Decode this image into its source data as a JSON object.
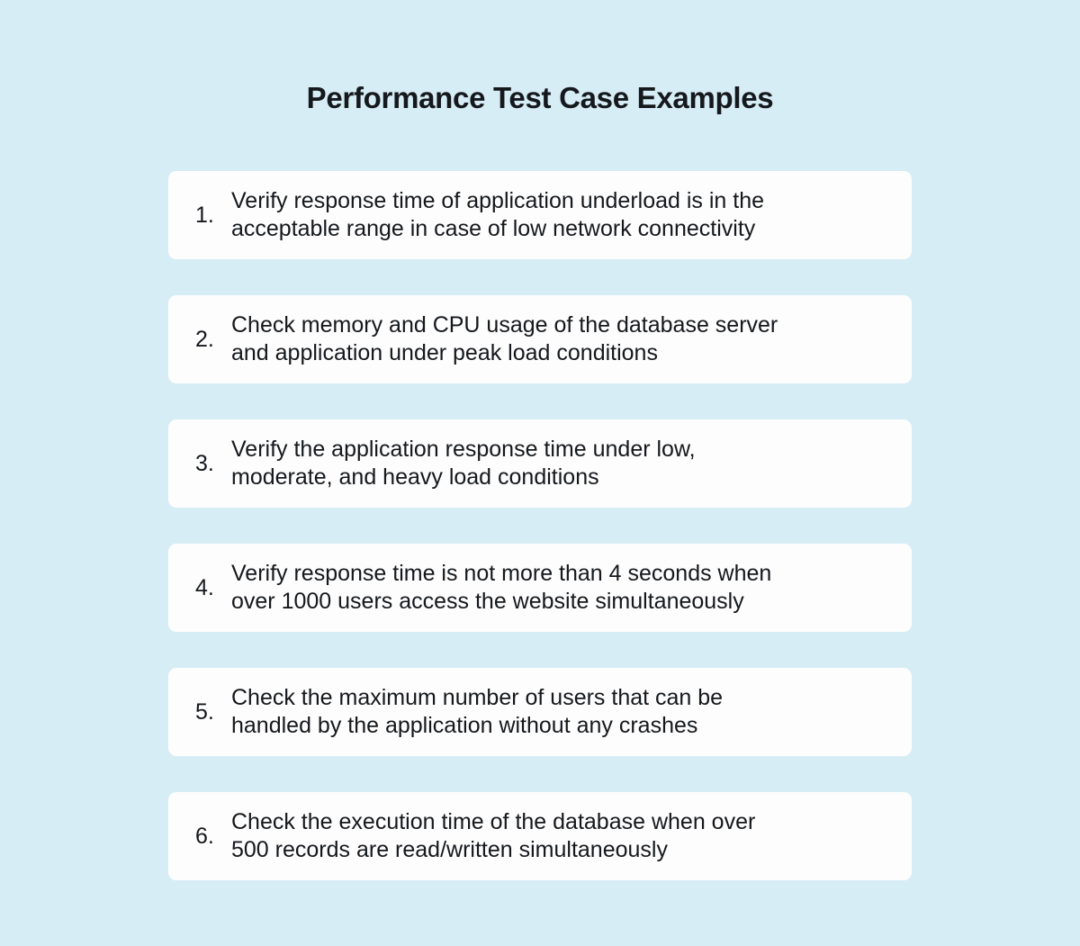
{
  "page": {
    "title": "Performance Test Case Examples"
  },
  "colors": {
    "background": "#d6edf6",
    "card": "#fdfdfd",
    "text": "#15181c"
  },
  "test_cases": [
    {
      "number": "1.",
      "line1": "Verify response time of application underload is in the",
      "line2": "acceptable range in case of low network connectivity"
    },
    {
      "number": "2.",
      "line1": "Check memory and CPU usage of the database server",
      "line2": "and application under peak load conditions"
    },
    {
      "number": "3.",
      "line1": "Verify the application response time under low,",
      "line2": "moderate, and heavy load conditions"
    },
    {
      "number": "4.",
      "line1": "Verify response time is not more than 4 seconds when",
      "line2": "over 1000 users access the website simultaneously"
    },
    {
      "number": "5.",
      "line1": "Check the maximum number of users that can be",
      "line2": "handled by the application without any crashes"
    },
    {
      "number": "6.",
      "line1": "Check the execution time of the database when over",
      "line2": "500 records are read/written simultaneously"
    }
  ]
}
